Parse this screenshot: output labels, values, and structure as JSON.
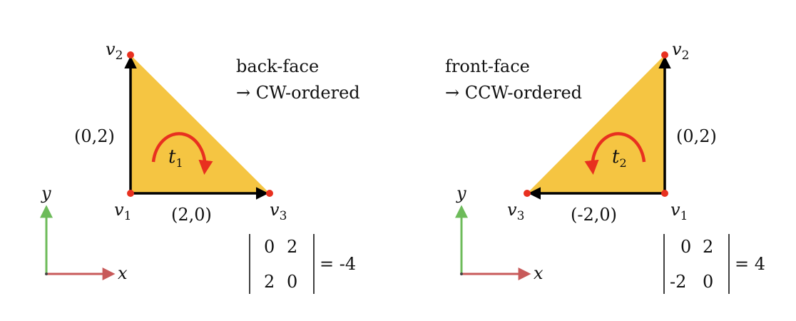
{
  "colors": {
    "triangle_fill": "#f5c542",
    "vertex_dot": "#e8301f",
    "edge_arrow": "#000000",
    "rotation_arrow": "#e8301f",
    "y_axis": "#6dbb5a",
    "x_axis": "#c85a5a"
  },
  "left": {
    "caption_line1": "back-face",
    "caption_line2": "→ CW-ordered",
    "v2_label": "v",
    "v2_sub": "2",
    "v1_label": "v",
    "v1_sub": "1",
    "v3_label": "v",
    "v3_sub": "3",
    "edge_vertical_label": "(0,2)",
    "edge_horizontal_label": "(2,0)",
    "triangle_label": "t",
    "triangle_sub": "1",
    "axis_y": "y",
    "axis_x": "x",
    "det_m11": "0",
    "det_m12": "2",
    "det_m21": "2",
    "det_m22": "0",
    "det_result": "= -4"
  },
  "right": {
    "caption_line1": "front-face",
    "caption_line2": "→ CCW-ordered",
    "v2_label": "v",
    "v2_sub": "2",
    "v1_label": "v",
    "v1_sub": "1",
    "v3_label": "v",
    "v3_sub": "3",
    "edge_vertical_label": "(0,2)",
    "edge_horizontal_label": "(-2,0)",
    "triangle_label": "t",
    "triangle_sub": "2",
    "axis_y": "y",
    "axis_x": "x",
    "det_m11": "0",
    "det_m12": "2",
    "det_m21": "-2",
    "det_m22": "0",
    "det_result": "= 4"
  }
}
